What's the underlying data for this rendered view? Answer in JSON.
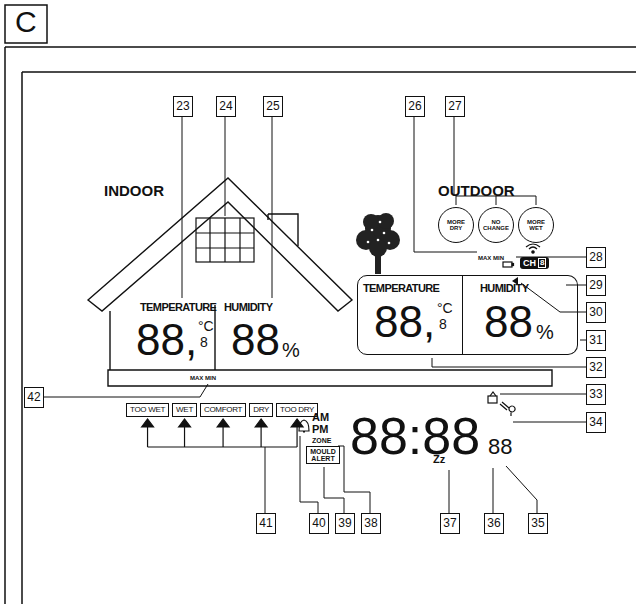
{
  "diagram": {
    "nodes": [
      {
        "text": [
          "MORE DRY"
        ]
      },
      {
        "text": [
          "NO CHANGE"
        ]
      },
      {
        "text": [
          "MORE WET"
        ]
      },
      {
        "text": [
          "TEMPERATURE",
          "88,",
          "°C",
          "8"
        ]
      },
      {
        "text": [
          "HUMIDITY",
          "88",
          "%"
        ]
      },
      {
        "text": [
          "CH",
          "8"
        ]
      },
      {
        "text": [
          "TOO WET"
        ]
      },
      {
        "text": [
          "WET"
        ]
      },
      {
        "text": [
          "COMFORT"
        ]
      },
      {
        "text": [
          "DRY"
        ]
      },
      {
        "text": [
          "TOO DRY"
        ]
      },
      {
        "text": [
          "MOULD ALERT"
        ]
      }
    ],
    "labels": [
      "C",
      "INDOOR",
      "OUTDOOR",
      "TEMPERATURE",
      "88,",
      "°C",
      "8",
      "HUMIDITY",
      "88",
      "%",
      "MAX MIN",
      "MAX MIN",
      "AM",
      "PM",
      "ZONE",
      "88:88",
      "88",
      "Zz",
      "23",
      "24",
      "25",
      "26",
      "27",
      "28",
      "29",
      "30",
      "31",
      "32",
      "33",
      "34",
      "35",
      "36",
      "37",
      "38",
      "39",
      "40",
      "41",
      "42"
    ]
  }
}
